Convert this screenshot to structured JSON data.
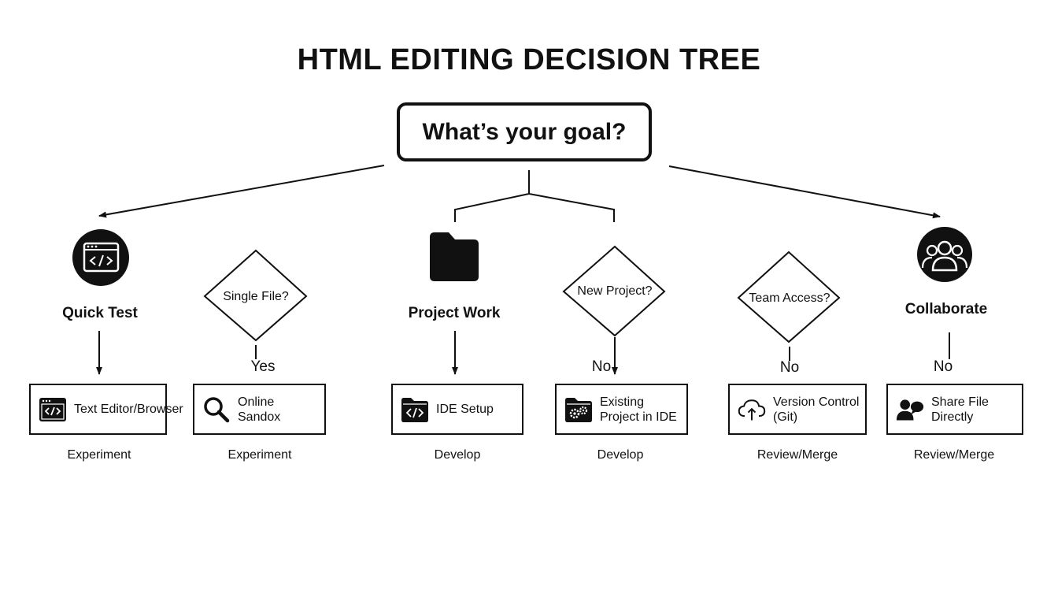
{
  "title": "HTML EDITING DECISION TREE",
  "root": {
    "question": "What’s your goal?"
  },
  "categories": [
    {
      "label": "Quick Test",
      "icon": "code-window-icon"
    },
    {
      "label": "Project Work",
      "icon": "folder-icon"
    },
    {
      "label": "Collaborate",
      "icon": "team-icon"
    }
  ],
  "decisions": [
    {
      "question": "Single File?",
      "answer": "Yes"
    },
    {
      "question": "New Project?",
      "answer": "No"
    },
    {
      "question": "Team Access?",
      "answer": "No"
    },
    {
      "answer": "No"
    }
  ],
  "options": [
    {
      "line1": "Text Editor/Browser",
      "line2": "",
      "icon": "code-window-icon",
      "stage": "Experiment"
    },
    {
      "line1": "Online",
      "line2": "Sandox",
      "icon": "search-icon",
      "stage": "Experiment"
    },
    {
      "line1": "IDE Setup",
      "line2": "",
      "icon": "code-folder-icon",
      "stage": "Develop"
    },
    {
      "line1": "Existing",
      "line2": "Project in IDE",
      "icon": "gear-folder-icon",
      "stage": "Develop"
    },
    {
      "line1": "Version Control",
      "line2": "(Git)",
      "icon": "cloud-upload-icon",
      "stage": "Review/Merge"
    },
    {
      "line1": "Share File",
      "line2": "Directly",
      "icon": "chat-users-icon",
      "stage": "Review/Merge"
    }
  ]
}
